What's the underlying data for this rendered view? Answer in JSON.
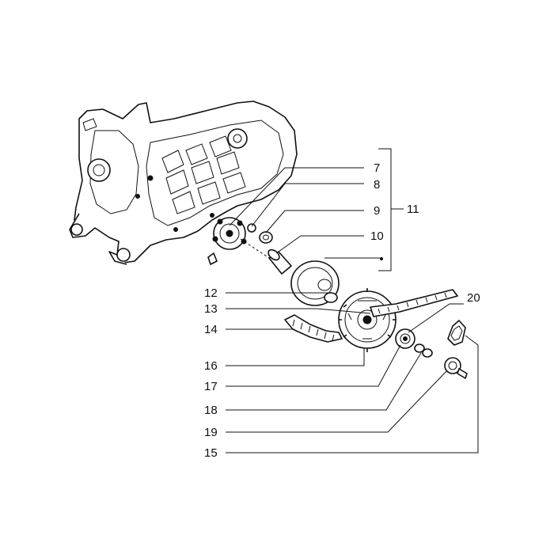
{
  "callouts": {
    "c7": "7",
    "c8": "8",
    "c9": "9",
    "c10": "10",
    "c11": "11",
    "c12": "12",
    "c13": "13",
    "c14": "14",
    "c15": "15",
    "c16": "16",
    "c17": "17",
    "c18": "18",
    "c19": "19",
    "c20": "20"
  },
  "colors": {
    "ink": "#111111",
    "paper": "#ffffff"
  }
}
